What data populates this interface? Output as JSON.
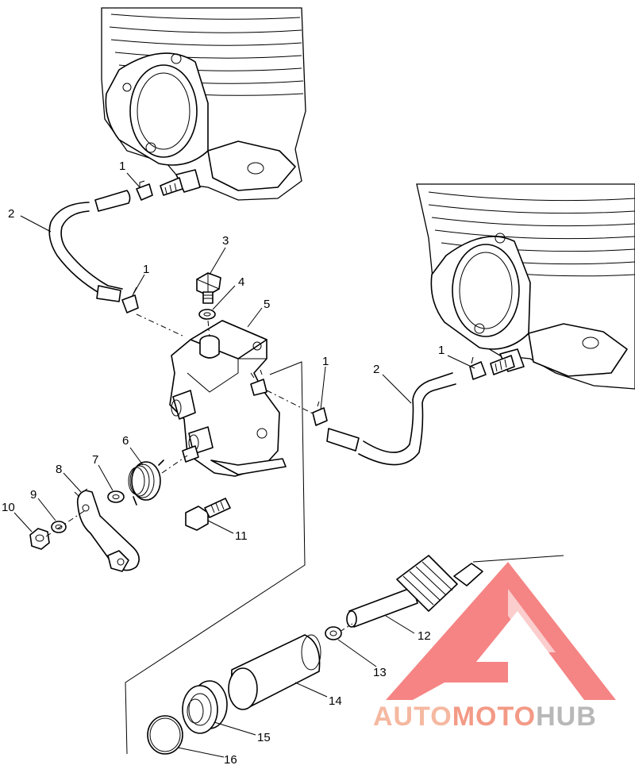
{
  "callouts": [
    {
      "id": "c1a",
      "label": "1"
    },
    {
      "id": "c2a",
      "label": "2"
    },
    {
      "id": "c1b",
      "label": "1"
    },
    {
      "id": "c3",
      "label": "3"
    },
    {
      "id": "c4",
      "label": "4"
    },
    {
      "id": "c5",
      "label": "5"
    },
    {
      "id": "c1c",
      "label": "1"
    },
    {
      "id": "c1d",
      "label": "1"
    },
    {
      "id": "c2b",
      "label": "2"
    },
    {
      "id": "c6",
      "label": "6"
    },
    {
      "id": "c7",
      "label": "7"
    },
    {
      "id": "c8",
      "label": "8"
    },
    {
      "id": "c9",
      "label": "9"
    },
    {
      "id": "c10",
      "label": "10"
    },
    {
      "id": "c11",
      "label": "11"
    },
    {
      "id": "c12",
      "label": "12"
    },
    {
      "id": "c13",
      "label": "13"
    },
    {
      "id": "c14",
      "label": "14"
    },
    {
      "id": "c15",
      "label": "15"
    },
    {
      "id": "c16",
      "label": "16"
    }
  ],
  "watermark": {
    "part1": "AUTO",
    "part2": "MOTO",
    "part3": "HUB",
    "color1": "#f5b8a0",
    "color2": "#f39a86",
    "color3": "#b8b8b8",
    "logo_color": "#f46f6f"
  }
}
